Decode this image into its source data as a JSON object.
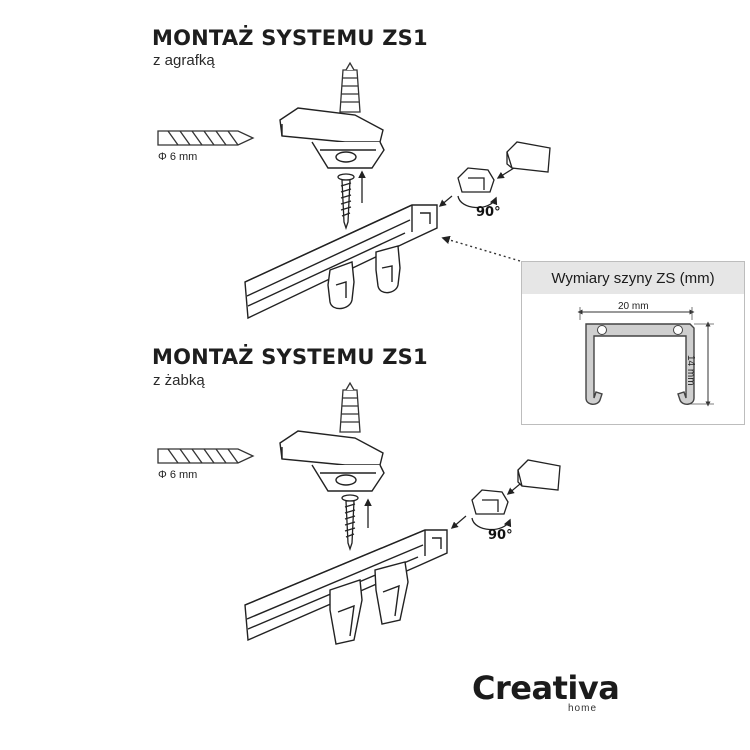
{
  "section1": {
    "title": "MONTAŻ SYSTEMU ZS1",
    "subtitle": "z agrafką",
    "drill_label": "Φ 6 mm",
    "angle_label": "90°"
  },
  "section2": {
    "title": "MONTAŻ SYSTEMU ZS1",
    "subtitle": "z żabką",
    "drill_label": "Φ 6 mm",
    "angle_label": "90°"
  },
  "dimensions_panel": {
    "title": "Wymiary szyny ZS (mm)",
    "width_label": "20 mm",
    "height_label": "14 mm"
  },
  "brand": {
    "name": "Creativa",
    "sub": "home"
  }
}
